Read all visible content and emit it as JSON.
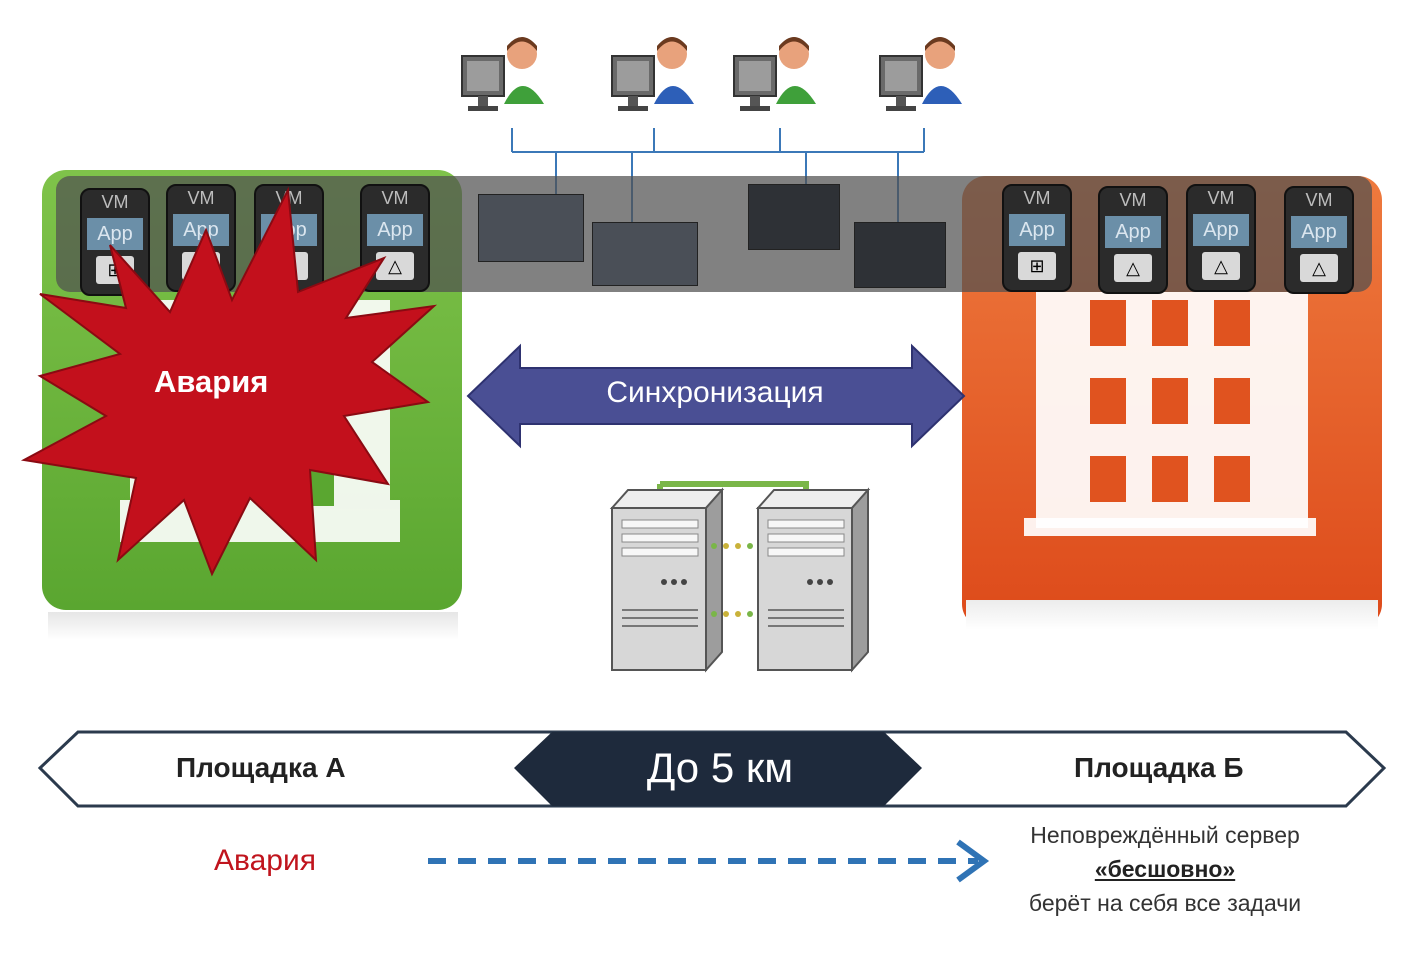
{
  "burst_label": "Авария",
  "sync_label": "Синхронизация",
  "site_a_label": "Площадка А",
  "site_b_label": "Площадка Б",
  "distance_label": "До 5 км",
  "failure_label": "Авария",
  "takeover_note": {
    "line1": "Неповреждённый сервер",
    "line2": "«бесшовно»",
    "line3": "берёт на себя все задачи"
  },
  "vm_labels": {
    "vm": "VM",
    "app": "App"
  },
  "colors": {
    "site_a": "#5aa630",
    "site_b": "#e0531f",
    "burst": "#c3101c",
    "sync_arrow": "#4a4f94",
    "distance_band": "#1e2a3c",
    "dashed_arrow": "#2f73b5",
    "failure_text": "#c0141d"
  },
  "icons": [
    "user-workstation-icon",
    "windows-logo-icon",
    "linux-tux-icon",
    "server-tower-icon"
  ]
}
